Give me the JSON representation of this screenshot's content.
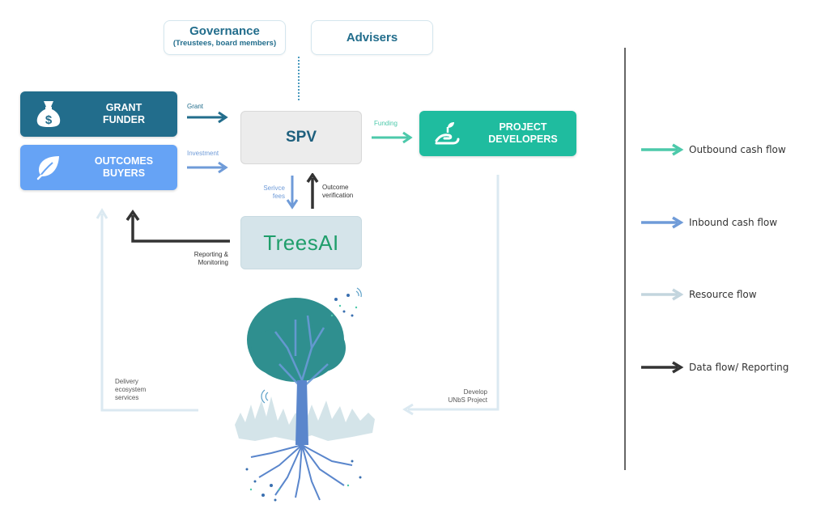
{
  "governance": {
    "title": "Governance",
    "subtitle": "(Treustees, board members)"
  },
  "advisers": {
    "title": "Advisers"
  },
  "grant_funder": {
    "label_line1": "GRANT",
    "label_line2": "FUNDER",
    "icon": "money-bag-icon",
    "color": "#226d8c"
  },
  "outcomes_buyers": {
    "label_line1": "OUTCOMES",
    "label_line2": "BUYERS",
    "icon": "leaf-icon",
    "color": "#66a3f5"
  },
  "spv": {
    "label": "SPV"
  },
  "project_developers": {
    "label_line1": "PROJECT",
    "label_line2": "DEVELOPERS",
    "icon": "sprout-hand-icon",
    "color": "#1fbc9f"
  },
  "treesai": {
    "label": "TreesAI"
  },
  "flows": {
    "grant": "Grant",
    "investment": "Investment",
    "funding": "Funding",
    "service_fees_line1": "Serivce",
    "service_fees_line2": "fees",
    "outcome_verification_line1": "Outcome",
    "outcome_verification_line2": "verification",
    "reporting_line1": "Reporting &",
    "reporting_line2": "Monitoring",
    "delivery_line1": "Delivery",
    "delivery_line2": "ecosystem",
    "delivery_line3": "services",
    "develop_line1": "Develop",
    "develop_line2": "UNbS Project"
  },
  "legend": [
    {
      "label": "Outbound cash flow",
      "color": "#4cc9aa"
    },
    {
      "label": "Inbound cash flow",
      "color": "#6f9bd8"
    },
    {
      "label": "Resource flow",
      "color": "#c3d5de"
    },
    {
      "label": "Data flow/ Reporting",
      "color": "#333333"
    }
  ]
}
